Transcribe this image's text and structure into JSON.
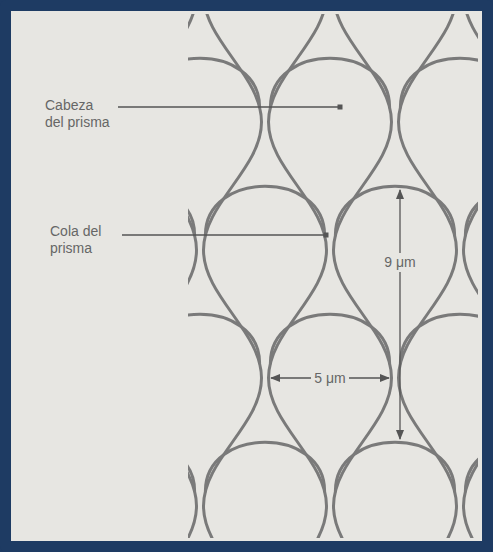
{
  "diagram": {
    "labels": [
      "Cabeza del prisma",
      "Cola del prisma",
      "9 μm",
      "5 μm"
    ]
  }
}
